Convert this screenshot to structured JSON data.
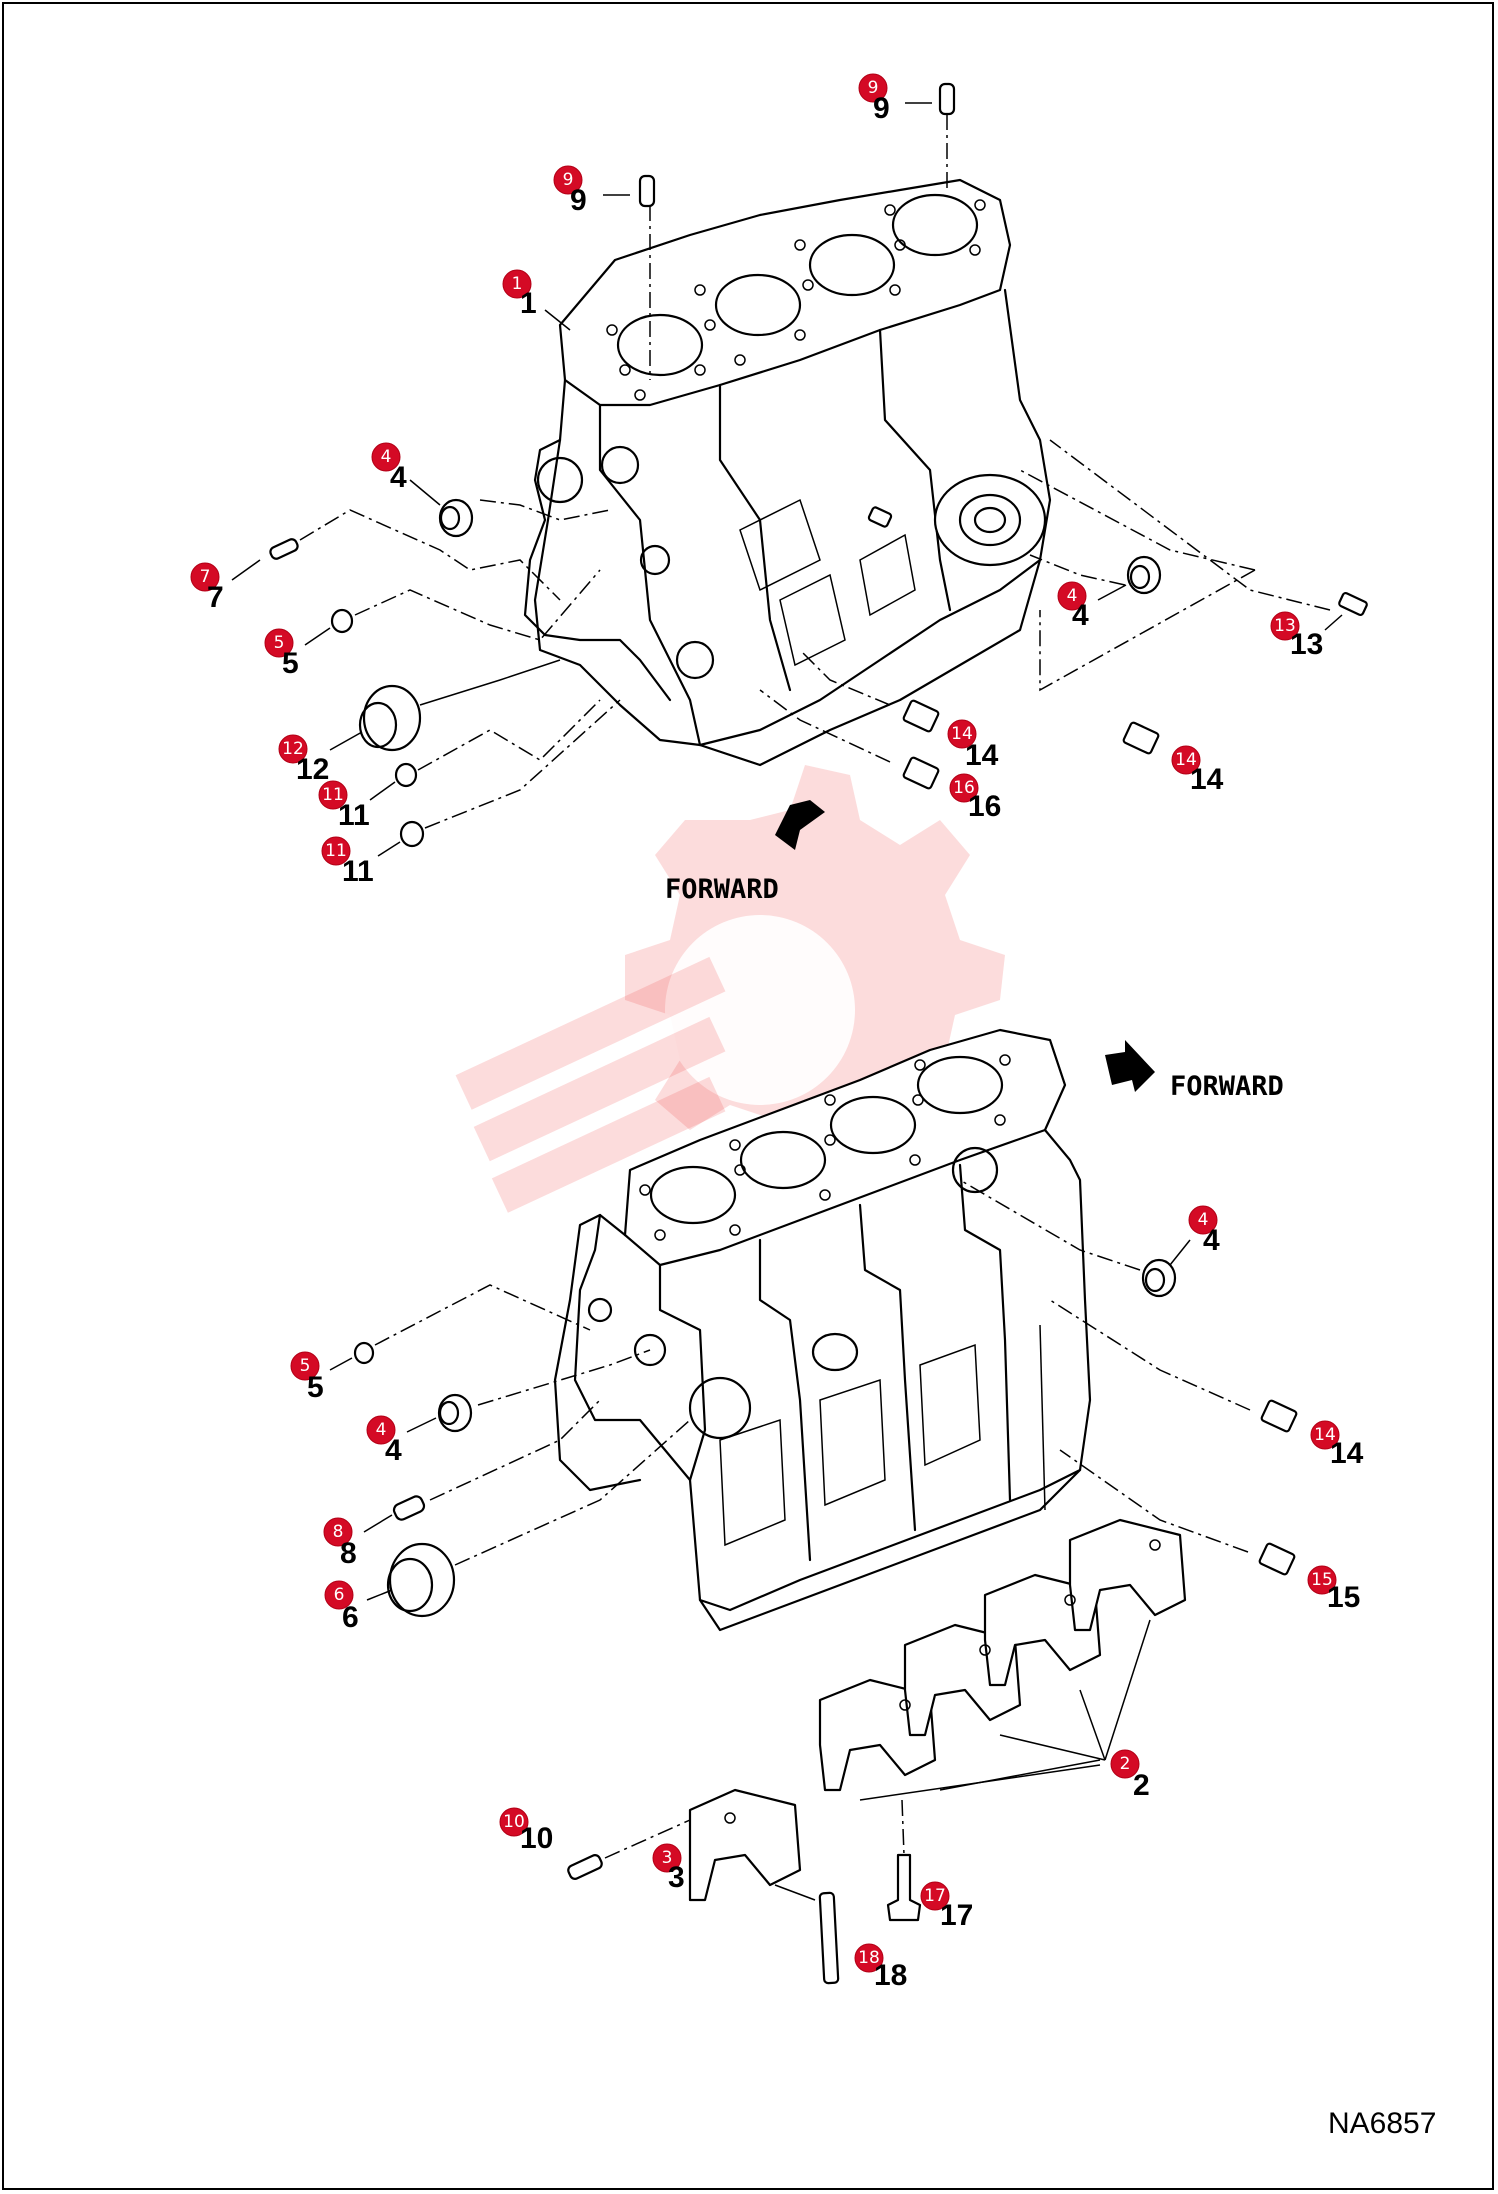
{
  "reference_code": "NA6857",
  "direction_labels": {
    "upper": "FORWARD",
    "lower": "FORWARD"
  },
  "callouts": [
    {
      "id": "c-9a",
      "number": "9",
      "label": "9"
    },
    {
      "id": "c-9b",
      "number": "9",
      "label": "9"
    },
    {
      "id": "c-1",
      "number": "1",
      "label": "1"
    },
    {
      "id": "c-4a",
      "number": "4",
      "label": "4"
    },
    {
      "id": "c-7",
      "number": "7",
      "label": "7"
    },
    {
      "id": "c-5a",
      "number": "5",
      "label": "5"
    },
    {
      "id": "c-12",
      "number": "12",
      "label": "12"
    },
    {
      "id": "c-11a",
      "number": "11",
      "label": "11"
    },
    {
      "id": "c-11b",
      "number": "11",
      "label": "11"
    },
    {
      "id": "c-4b",
      "number": "4",
      "label": "4"
    },
    {
      "id": "c-13",
      "number": "13",
      "label": "13"
    },
    {
      "id": "c-14a",
      "number": "14",
      "label": "14"
    },
    {
      "id": "c-16",
      "number": "16",
      "label": "16"
    },
    {
      "id": "c-14b",
      "number": "14",
      "label": "14"
    },
    {
      "id": "c-4c",
      "number": "4",
      "label": "4"
    },
    {
      "id": "c-5b",
      "number": "5",
      "label": "5"
    },
    {
      "id": "c-4d",
      "number": "4",
      "label": "4"
    },
    {
      "id": "c-8",
      "number": "8",
      "label": "8"
    },
    {
      "id": "c-6",
      "number": "6",
      "label": "6"
    },
    {
      "id": "c-14c",
      "number": "14",
      "label": "14"
    },
    {
      "id": "c-15",
      "number": "15",
      "label": "15"
    },
    {
      "id": "c-2",
      "number": "2",
      "label": "2"
    },
    {
      "id": "c-10",
      "number": "10",
      "label": "10"
    },
    {
      "id": "c-3",
      "number": "3",
      "label": "3"
    },
    {
      "id": "c-17",
      "number": "17",
      "label": "17"
    },
    {
      "id": "c-18",
      "number": "18",
      "label": "18"
    }
  ]
}
